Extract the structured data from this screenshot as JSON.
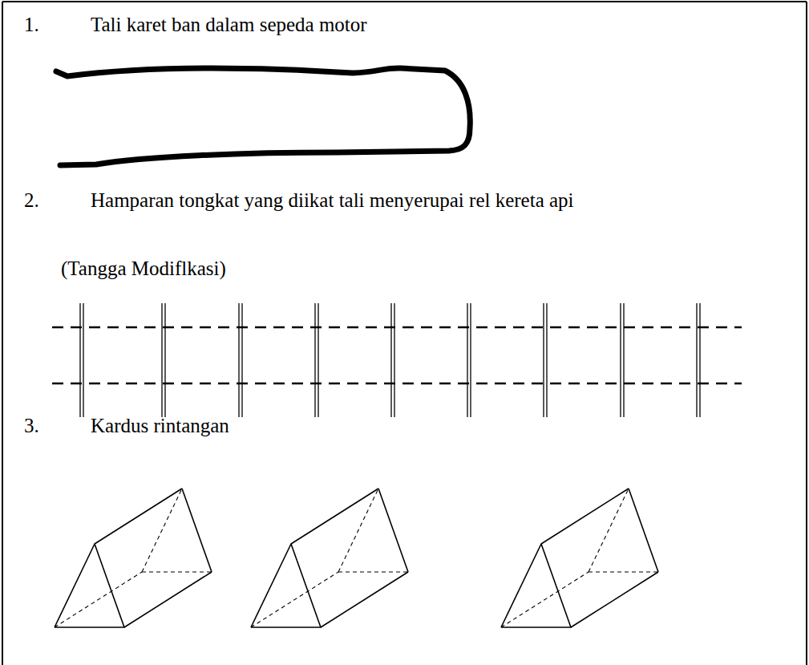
{
  "diagram": {
    "labels": [
      "1.",
      "Tali karet ban dalam sepeda motor",
      "2.",
      "Hamparan tongkat yang diikat tali menyerupai rel kereta api",
      "(Tangga Modiflkasi)",
      "3.",
      "Kardus rintangan"
    ]
  }
}
